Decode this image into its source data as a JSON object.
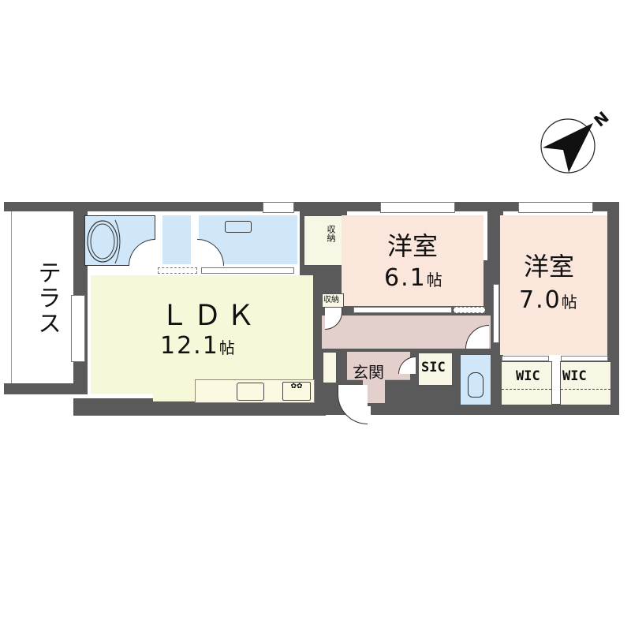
{
  "floor_plan": {
    "compass": {
      "label": "N",
      "icon": "north-arrow-icon"
    },
    "rooms": [
      {
        "id": "terrace",
        "label": "テラス"
      },
      {
        "id": "ldk",
        "label": "ＬＤＫ",
        "size": "12.1",
        "unit": "帖"
      },
      {
        "id": "western-room-1",
        "label": "洋室",
        "size": "6.1",
        "unit": "帖"
      },
      {
        "id": "western-room-2",
        "label": "洋室",
        "size": "7.0",
        "unit": "帖"
      },
      {
        "id": "entrance",
        "label": "玄関"
      },
      {
        "id": "sic",
        "label": "SIC"
      },
      {
        "id": "wic-1",
        "label": "WIC"
      },
      {
        "id": "wic-2",
        "label": "WIC"
      },
      {
        "id": "storage-1",
        "label": "収納"
      },
      {
        "id": "storage-2",
        "label": "収納"
      },
      {
        "id": "bathroom",
        "label": ""
      },
      {
        "id": "washroom",
        "label": ""
      },
      {
        "id": "toilet",
        "label": ""
      },
      {
        "id": "hallway",
        "label": ""
      }
    ],
    "colors": {
      "wall": "#5a5a5a",
      "ldk": "#f7f7d9",
      "western": "#fbe6dc",
      "hallway": "#e3cfcc",
      "wet": "#cfe7f8",
      "storage": "#f8f6e4",
      "terrace": "#ffffff"
    }
  }
}
